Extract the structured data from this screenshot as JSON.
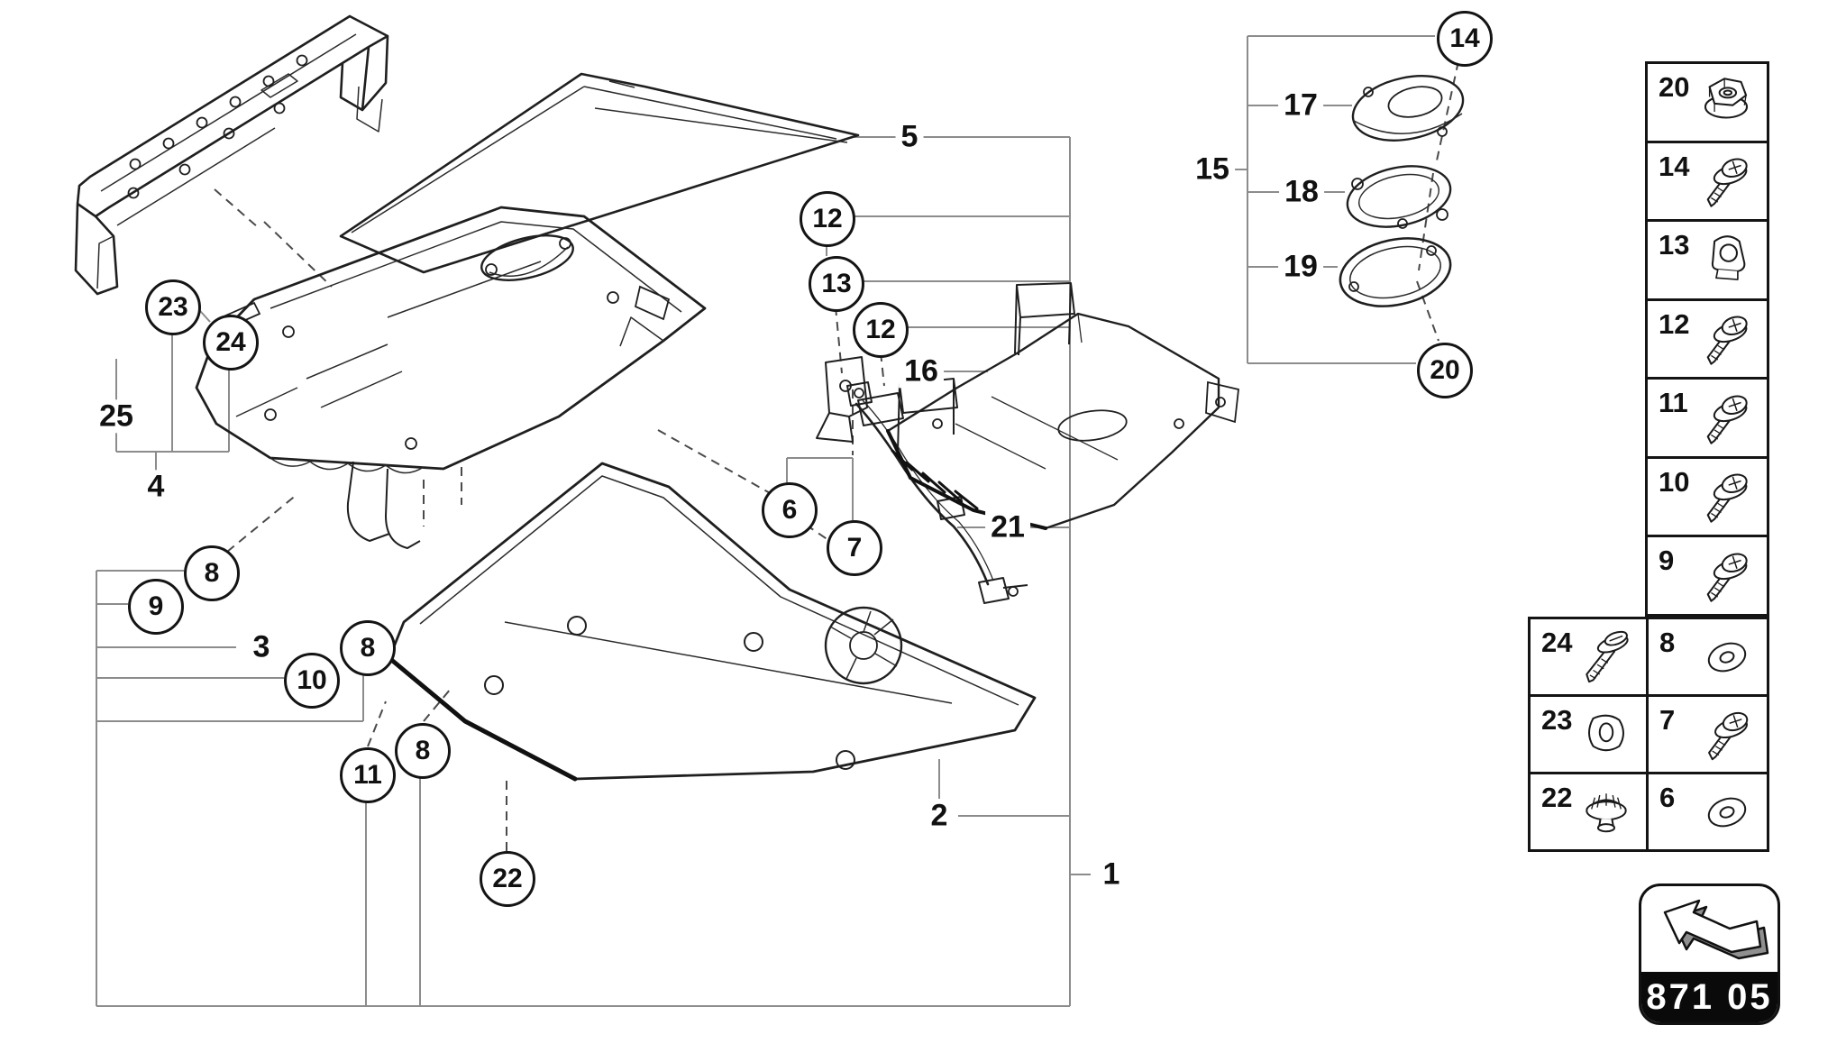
{
  "diagram": {
    "circled_callouts": [
      {
        "label": "23"
      },
      {
        "label": "24"
      },
      {
        "label": "8"
      },
      {
        "label": "9"
      },
      {
        "label": "8"
      },
      {
        "label": "10"
      },
      {
        "label": "11"
      },
      {
        "label": "8"
      },
      {
        "label": "22"
      },
      {
        "label": "12"
      },
      {
        "label": "13"
      },
      {
        "label": "12"
      },
      {
        "label": "6"
      },
      {
        "label": "7"
      },
      {
        "label": "14"
      },
      {
        "label": "20"
      }
    ],
    "text_callouts": [
      {
        "label": "25"
      },
      {
        "label": "4"
      },
      {
        "label": "3"
      },
      {
        "label": "5"
      },
      {
        "label": "21"
      },
      {
        "label": "2"
      },
      {
        "label": "1"
      },
      {
        "label": "15"
      },
      {
        "label": "16"
      },
      {
        "label": "17"
      },
      {
        "label": "18"
      },
      {
        "label": "19"
      }
    ]
  },
  "parts_table": {
    "column": [
      {
        "num": "20",
        "part": "flange-nut"
      },
      {
        "num": "14",
        "part": "screw"
      },
      {
        "num": "13",
        "part": "tab-nut"
      },
      {
        "num": "12",
        "part": "screw"
      },
      {
        "num": "11",
        "part": "screw"
      },
      {
        "num": "10",
        "part": "screw"
      },
      {
        "num": "9",
        "part": "screw"
      }
    ],
    "grid": [
      {
        "num": "24",
        "part": "long-screw"
      },
      {
        "num": "8",
        "part": "washer"
      },
      {
        "num": "23",
        "part": "grommet"
      },
      {
        "num": "7",
        "part": "screw"
      },
      {
        "num": "22",
        "part": "push-clip"
      },
      {
        "num": "6",
        "part": "washer"
      }
    ]
  },
  "badge": {
    "code": "871 05"
  }
}
